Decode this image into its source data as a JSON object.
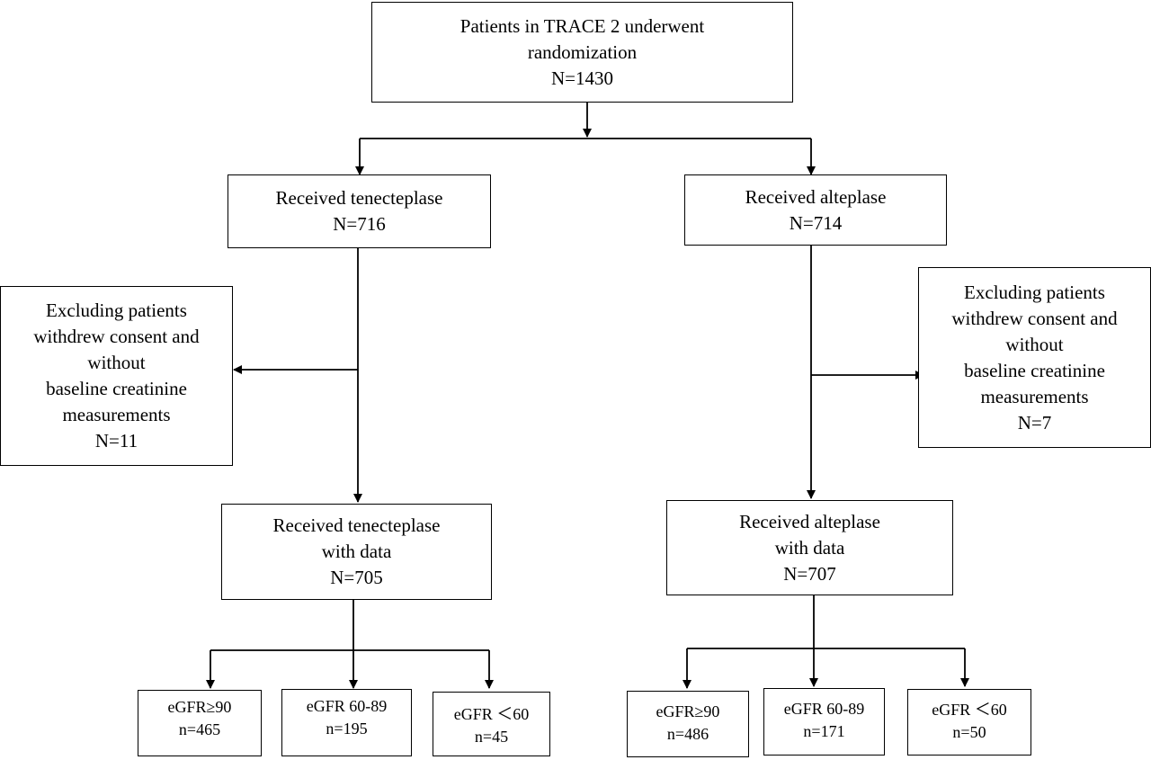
{
  "top": {
    "lines": [
      "Patients in TRACE 2 underwent",
      "randomization",
      "N=1430"
    ]
  },
  "tenecteplase": {
    "received": [
      "Received tenecteplase",
      "N=716"
    ],
    "excluded": [
      "Excluding patients",
      "withdrew consent and",
      "without",
      "baseline creatinine",
      "measurements",
      "N=11"
    ],
    "with_data": [
      "Received tenecteplase",
      "with data",
      "N=705"
    ],
    "groups": [
      {
        "label": "eGFR≥90",
        "n": "n=465"
      },
      {
        "label": "eGFR 60-89",
        "n": "n=195"
      },
      {
        "label": "eGFR ＜60",
        "n": "n=45"
      }
    ]
  },
  "alteplase": {
    "received": [
      "Received alteplase",
      "N=714"
    ],
    "excluded": [
      "Excluding patients",
      "withdrew consent and",
      "without",
      "baseline creatinine",
      "measurements",
      "N=7"
    ],
    "with_data": [
      "Received alteplase",
      "with data",
      "N=707"
    ],
    "groups": [
      {
        "label": "eGFR≥90",
        "n": "n=486"
      },
      {
        "label": "eGFR 60-89",
        "n": "n=171"
      },
      {
        "label": "eGFR ＜60",
        "n": "n=50"
      }
    ]
  }
}
